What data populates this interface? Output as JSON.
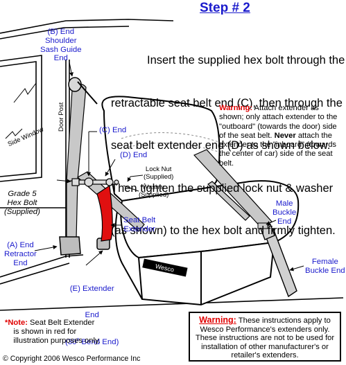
{
  "step_title": "Step # 2",
  "instruction_lines": [
    "Insert the supplied hex bolt through the",
    "retractable seat belt end (C), then through the",
    "seat belt extender end (D) as shown below.",
    "Then tighten the supplied lock nut & washer",
    "(as shown) to the hex bolt and firmly tighten."
  ],
  "warning_top": {
    "heading": "Warning:",
    "text_1": " Attach extender as shown; only attach extender to the \"outboard\" (towards the door) side of the seat belt. ",
    "emphasis": "Never",
    "text_2": " attach the extender to the \"inboard\" (towards the center of car) side of the seat belt."
  },
  "labels": {
    "b_end": "(B) End\nShoulder\nSash Guide\nEnd",
    "door_post": "Door Post",
    "side_window": "Side Window",
    "c_end": "(C) End",
    "d_end": "(D) End",
    "lock_nut": "Lock Nut\n(Supplied)",
    "washer": "Washer\n(Supplied)",
    "hex_bolt": "Grade 5\nHex Bolt\n(Supplied)",
    "extender": "Seat Belt\nExtender",
    "a_end": "(A) End\nRetractor\nEnd",
    "e_end_line1": "(E) Extender",
    "e_end_line2": "End",
    "e_end_line3_pre": "(30",
    "e_end_line3_sup": "o",
    "e_end_line3_post": " Bend End)",
    "male_buckle": "Male\nBuckle\nEnd",
    "female_buckle": "Female\nBuckle End",
    "brand": "Wesco"
  },
  "note": {
    "prefix": "*Note:",
    "text": " Seat Belt Extender\n    is shown in red for\n    illustration purposes only."
  },
  "warning_bottom": {
    "heading": "Warning:",
    "text": " These instructions apply to Wesco Performance's extenders only. These instructions are not to be used for installation of other manufacturer's or retailer's extenders."
  },
  "copyright": "© Copyright 2006 Wesco Performance Inc",
  "colors": {
    "label_blue": "#1a1acc",
    "warning_red": "#e00000",
    "extender_red": "#e01010",
    "belt_gray": "#c8c8c8"
  }
}
